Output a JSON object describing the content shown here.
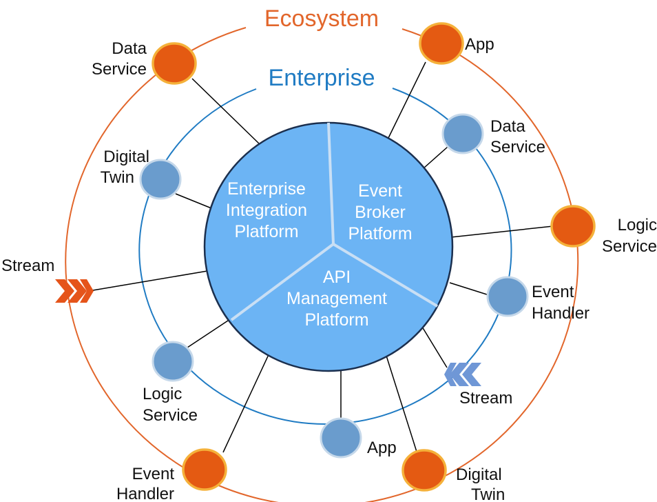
{
  "colors": {
    "ecosystem_ring": "#e2662b",
    "enterprise_ring": "#1f7bc3",
    "core_fill": "#6cb4f4",
    "core_stroke": "#1b2f4e",
    "orange_node": "#e45a12",
    "orange_node_stroke": "#f5b13a",
    "blue_node": "#6a9ccd",
    "blue_node_stroke": "#c5d8ea",
    "stream_orange": "#e5541a",
    "stream_blue": "#6f97d6"
  },
  "rings": {
    "ecosystem": "Ecosystem",
    "enterprise": "Enterprise"
  },
  "core": {
    "segments": [
      {
        "lines": [
          "Enterprise",
          "Integration",
          "Platform"
        ]
      },
      {
        "lines": [
          "Event",
          "Broker",
          "Platform"
        ]
      },
      {
        "lines": [
          "API",
          "Management",
          "Platform"
        ]
      }
    ]
  },
  "ecosystem_nodes": [
    {
      "lines": [
        "Data",
        "Service"
      ],
      "icon": "orange-circle"
    },
    {
      "lines": [
        "App"
      ],
      "icon": "orange-circle"
    },
    {
      "lines": [
        "Logic",
        "Service"
      ],
      "icon": "orange-circle"
    },
    {
      "lines": [
        "Digital",
        "Twin"
      ],
      "icon": "orange-circle"
    },
    {
      "lines": [
        "Event",
        "Handler"
      ],
      "icon": "orange-circle"
    },
    {
      "lines": [
        "Stream"
      ],
      "icon": "stream-in-chevron-icon"
    }
  ],
  "enterprise_nodes": [
    {
      "lines": [
        "Digital",
        "Twin"
      ],
      "icon": "blue-circle"
    },
    {
      "lines": [
        "Data",
        "Service"
      ],
      "icon": "blue-circle"
    },
    {
      "lines": [
        "Event",
        "Handler"
      ],
      "icon": "blue-circle"
    },
    {
      "lines": [
        "Stream"
      ],
      "icon": "stream-out-chevron-icon"
    },
    {
      "lines": [
        "App"
      ],
      "icon": "blue-circle"
    },
    {
      "lines": [
        "Logic",
        "Service"
      ],
      "icon": "blue-circle"
    }
  ]
}
